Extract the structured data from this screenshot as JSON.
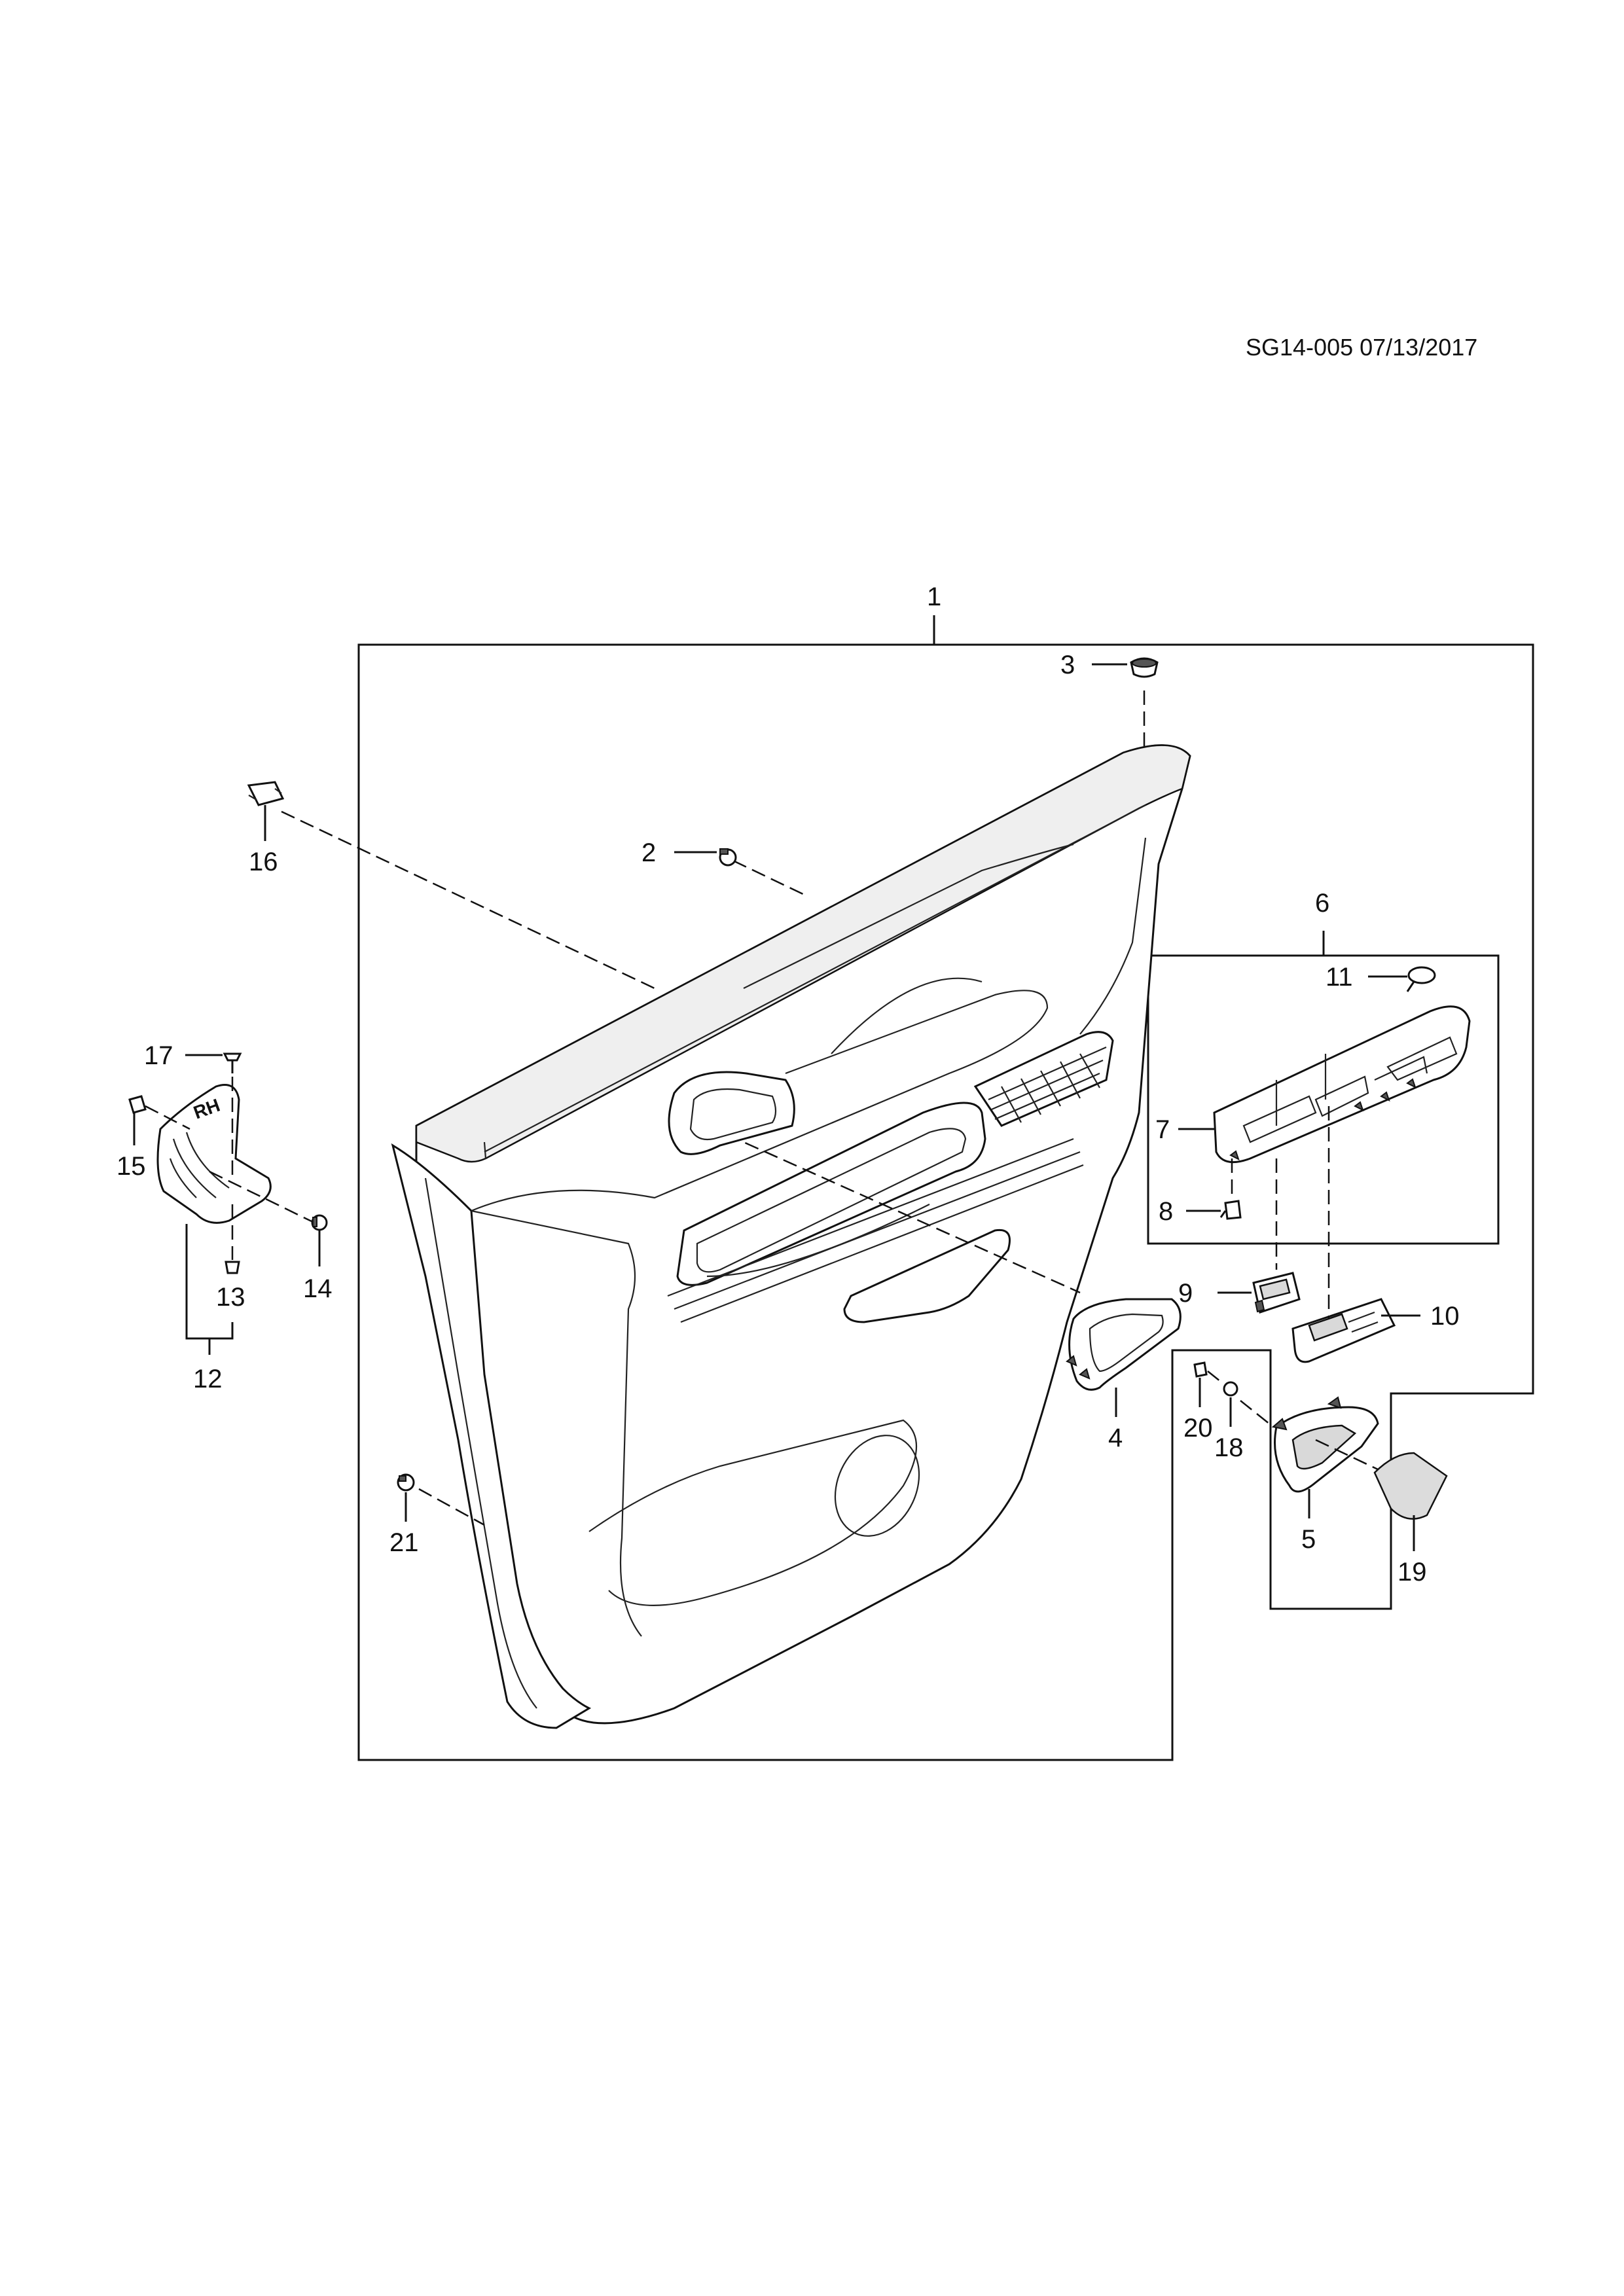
{
  "header": {
    "reference": "SG14-005 07/13/2017"
  },
  "callouts": {
    "c1": "1",
    "c2": "2",
    "c3": "3",
    "c4": "4",
    "c5": "5",
    "c6": "6",
    "c7": "7",
    "c8": "8",
    "c9": "9",
    "c10": "10",
    "c11": "11",
    "c12": "12",
    "c13": "13",
    "c14": "14",
    "c15": "15",
    "c16": "16",
    "c17": "17",
    "c18": "18",
    "c19": "19",
    "c20": "20",
    "c21": "21"
  },
  "bracket_marking": "RH"
}
